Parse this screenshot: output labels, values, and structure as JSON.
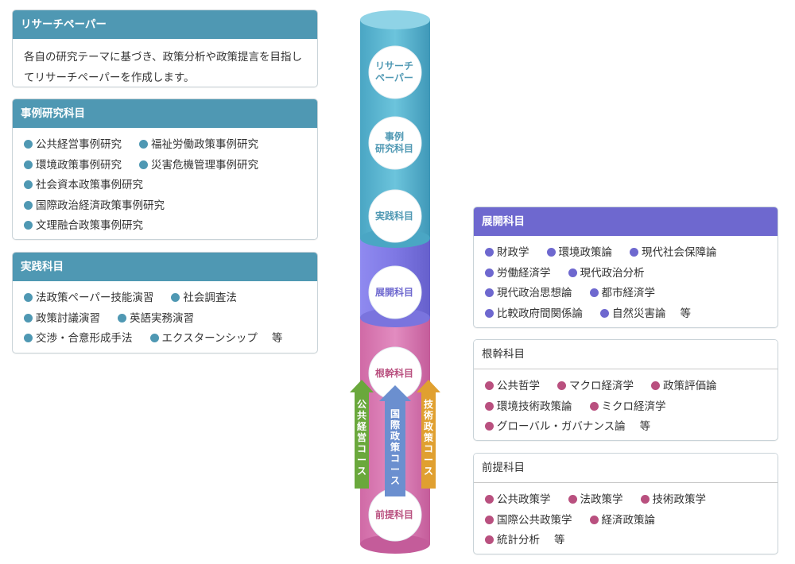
{
  "colors": {
    "teal": "#4f98b3",
    "purple": "#6e68cf",
    "pink": "#b9507f"
  },
  "left": {
    "research": {
      "title": "リサーチペーパー",
      "desc": "各自の研究テーマに基づき、政策分析や政策提言を目指してリサーチペーパーを作成します。"
    },
    "case": {
      "title": "事例研究科目",
      "rows": [
        [
          "公共経営事例研究",
          "福祉労働政策事例研究"
        ],
        [
          "環境政策事例研究",
          "災害危機管理事例研究"
        ],
        [
          "社会資本政策事例研究"
        ],
        [
          "国際政治経済政策事例研究"
        ],
        [
          "文理融合政策事例研究"
        ]
      ]
    },
    "practice": {
      "title": "実践科目",
      "rows": [
        [
          "法政策ペーパー技能演習",
          "社会調査法"
        ],
        [
          "政策討議演習",
          "英語実務演習"
        ],
        [
          "交渉・合意形成手法",
          "エクスターンシップ"
        ]
      ],
      "suffix": "等"
    }
  },
  "right": {
    "advanced": {
      "title": "展開科目",
      "rows": [
        [
          "財政学",
          "環境政策論",
          "現代社会保障論"
        ],
        [
          "労働経済学",
          "現代政治分析"
        ],
        [
          "現代政治思想論",
          "都市経済学"
        ],
        [
          "比較政府間関係論",
          "自然災害論"
        ]
      ],
      "suffix": "等"
    },
    "core": {
      "title": "根幹科目",
      "rows": [
        [
          "公共哲学",
          "マクロ経済学",
          "政策評価論"
        ],
        [
          "環境技術政策論",
          "ミクロ経済学"
        ],
        [
          "グローバル・ガバナンス論"
        ]
      ],
      "suffix": "等"
    },
    "basic": {
      "title": "前提科目",
      "rows": [
        [
          "公共政策学",
          "法政策学",
          "技術政策学"
        ],
        [
          "国際公共政策学",
          "経済政策論"
        ],
        [
          "統計分析"
        ]
      ],
      "suffix": "等"
    }
  },
  "cylinder": {
    "stages": [
      "リサーチ\nペーパー",
      "事例\n研究科目",
      "実践科目",
      "展開科目",
      "根幹科目",
      "前提科目"
    ],
    "courses": [
      "公共経営コース",
      "国際政策コース",
      "技術政策コース"
    ]
  }
}
